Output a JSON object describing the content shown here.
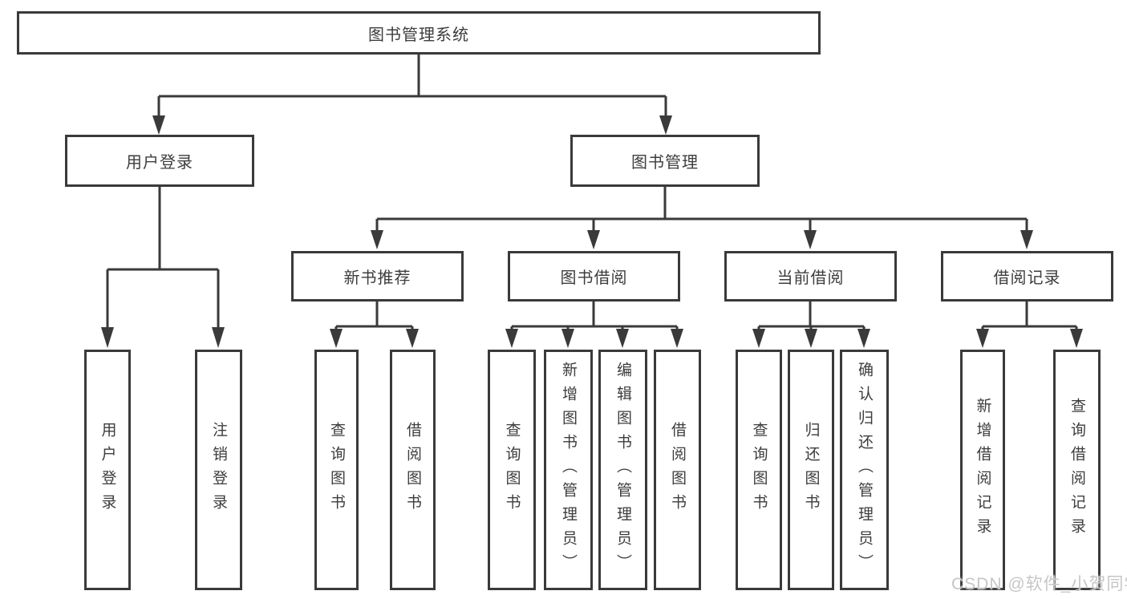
{
  "diagram": {
    "root": {
      "label": "图书管理系统"
    },
    "level2": [
      {
        "label": "用户登录"
      },
      {
        "label": "图书管理"
      }
    ],
    "level3": [
      {
        "label": "新书推荐",
        "parent": "图书管理"
      },
      {
        "label": "图书借阅",
        "parent": "图书管理"
      },
      {
        "label": "当前借阅",
        "parent": "图书管理"
      },
      {
        "label": "借阅记录",
        "parent": "图书管理"
      }
    ],
    "level4": [
      {
        "label": "用户登录",
        "parent": "用户登录"
      },
      {
        "label": "注销登录",
        "parent": "用户登录"
      },
      {
        "label": "查询图书",
        "parent": "新书推荐"
      },
      {
        "label": "借阅图书",
        "parent": "新书推荐"
      },
      {
        "label": "查询图书",
        "parent": "图书借阅"
      },
      {
        "label": "新增图书（管理员）",
        "parent": "图书借阅"
      },
      {
        "label": "编辑图书（管理员）",
        "parent": "图书借阅"
      },
      {
        "label": "借阅图书",
        "parent": "图书借阅"
      },
      {
        "label": "查询图书",
        "parent": "当前借阅"
      },
      {
        "label": "归还图书",
        "parent": "当前借阅"
      },
      {
        "label": "确认归还（管理员）",
        "parent": "当前借阅"
      },
      {
        "label": "新增借阅记录",
        "parent": "借阅记录"
      },
      {
        "label": "查询借阅记录",
        "parent": "借阅记录"
      }
    ]
  },
  "watermark": {
    "text": "CSDN @软件_小贺同学"
  },
  "colors": {
    "line": "#3a3a3a",
    "text": "#3d3d3d",
    "background": "#ffffff",
    "watermark": "#c6c6c6"
  }
}
